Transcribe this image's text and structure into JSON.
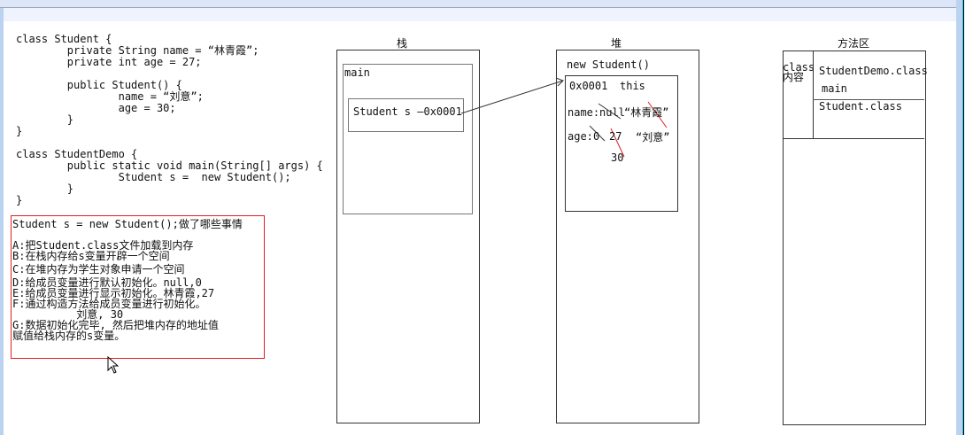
{
  "code": {
    "lines": [
      "class Student {",
      "        private String name = “林青霞”;",
      "        private int age = 27;",
      "",
      "        public Student() {",
      "                name = “刘意”;",
      "                age = 30;",
      "        }",
      "}",
      "",
      "class StudentDemo {",
      "        public static void main(String[] args) {",
      "                Student s =  new Student();",
      "        }",
      "}"
    ]
  },
  "notes": {
    "lines": [
      "Student s = new Student();做了哪些事情",
      "",
      "A:把Student.class文件加载到内存",
      "B:在栈内存给s变量开辟一个空间",
      "C:在堆内存为学生对象申请一个空间",
      "D:给成员变量进行默认初始化。null,0",
      "E:给成员变量进行显示初始化。林青霞,27",
      "F:通过构造方法给成员变量进行初始化。",
      "          刘意, 30",
      "G:数据初始化完毕, 然后把堆内存的地址值",
      "赋值给栈内存的s变量。"
    ]
  },
  "stack": {
    "title": "栈",
    "frame": "main",
    "var": "Student s —0x0001"
  },
  "heap": {
    "title": "堆",
    "object": "new Student()",
    "address": "0x0001",
    "this": "this",
    "name_label": "name:",
    "name_default": "null",
    "name_explicit": "“林青霞”",
    "age_label": "age:",
    "age_default": "0",
    "age_explicit": "27",
    "name_ctor": "“刘意”",
    "age_ctor": "30"
  },
  "method_area": {
    "title": "方法区",
    "label": "class\n内容",
    "class1": "StudentDemo.class",
    "class1_method": "main",
    "class2": "Student.class"
  },
  "colors": {
    "accent": "#e02020",
    "chrome": "#dde6f6",
    "scrollbar": "#b9d3f0"
  }
}
